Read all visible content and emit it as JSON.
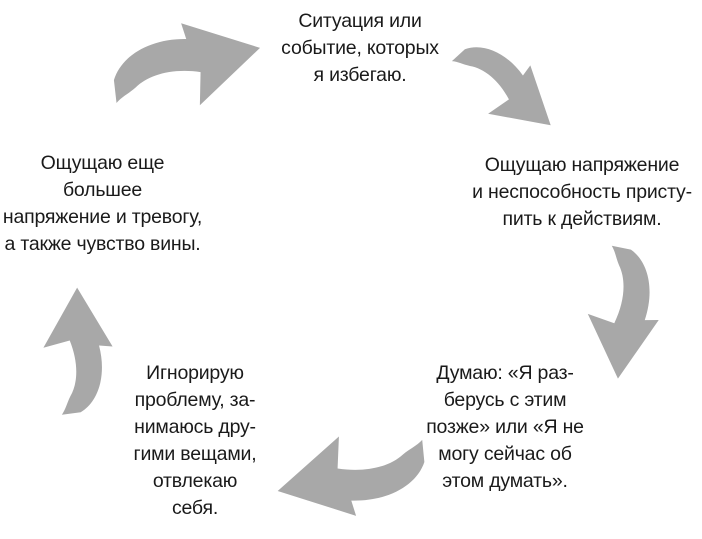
{
  "colors": {
    "background": "#ffffff",
    "arrow": "#a8a8a8",
    "text": "#1a1a1a"
  },
  "diagram": {
    "type": "cycle",
    "cycle_order": [
      "situation",
      "tension",
      "postpone_thought",
      "ignore_problem",
      "more_anxiety"
    ]
  },
  "nodes": {
    "situation": {
      "lines": [
        "Ситуация или",
        "событие, которых",
        "я избегаю."
      ]
    },
    "tension": {
      "lines": [
        "Ощущаю напряжение",
        "и неспособность присту-",
        "пить к действиям."
      ]
    },
    "postpone_thought": {
      "lines": [
        "Думаю: «Я раз-",
        "берусь с этим",
        "позже» или «Я не",
        "могу сейчас об",
        "этом думать»."
      ]
    },
    "ignore_problem": {
      "lines": [
        "Игнорирую",
        "проблему, за-",
        "нимаюсь дру-",
        "гими вещами,",
        "отвлекаю",
        "себя."
      ]
    },
    "more_anxiety": {
      "lines": [
        "Ощущаю еще большее",
        "напряжение и тревогу,",
        "а также чувство вины."
      ]
    }
  }
}
